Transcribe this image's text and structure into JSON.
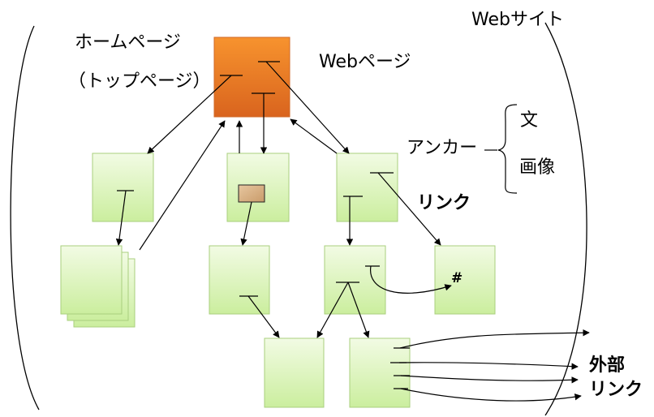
{
  "labels": {
    "website": "Webサイト",
    "homepage": "ホームページ",
    "toppage": "（トップページ）",
    "webpage": "Webページ",
    "anchor": "アンカー",
    "text": "文",
    "image": "画像",
    "link": "リンク",
    "hash": "#",
    "external_1": "外部",
    "external_2": "リンク"
  },
  "colors": {
    "page_fill_top": "#f2fbe4",
    "page_fill_bottom": "#cbee9e",
    "page_stroke": "#a9cf7e",
    "home_top": "#f7932e",
    "home_bottom": "#d9641e",
    "image_thumb": "#d9b48a",
    "line": "#000000"
  }
}
